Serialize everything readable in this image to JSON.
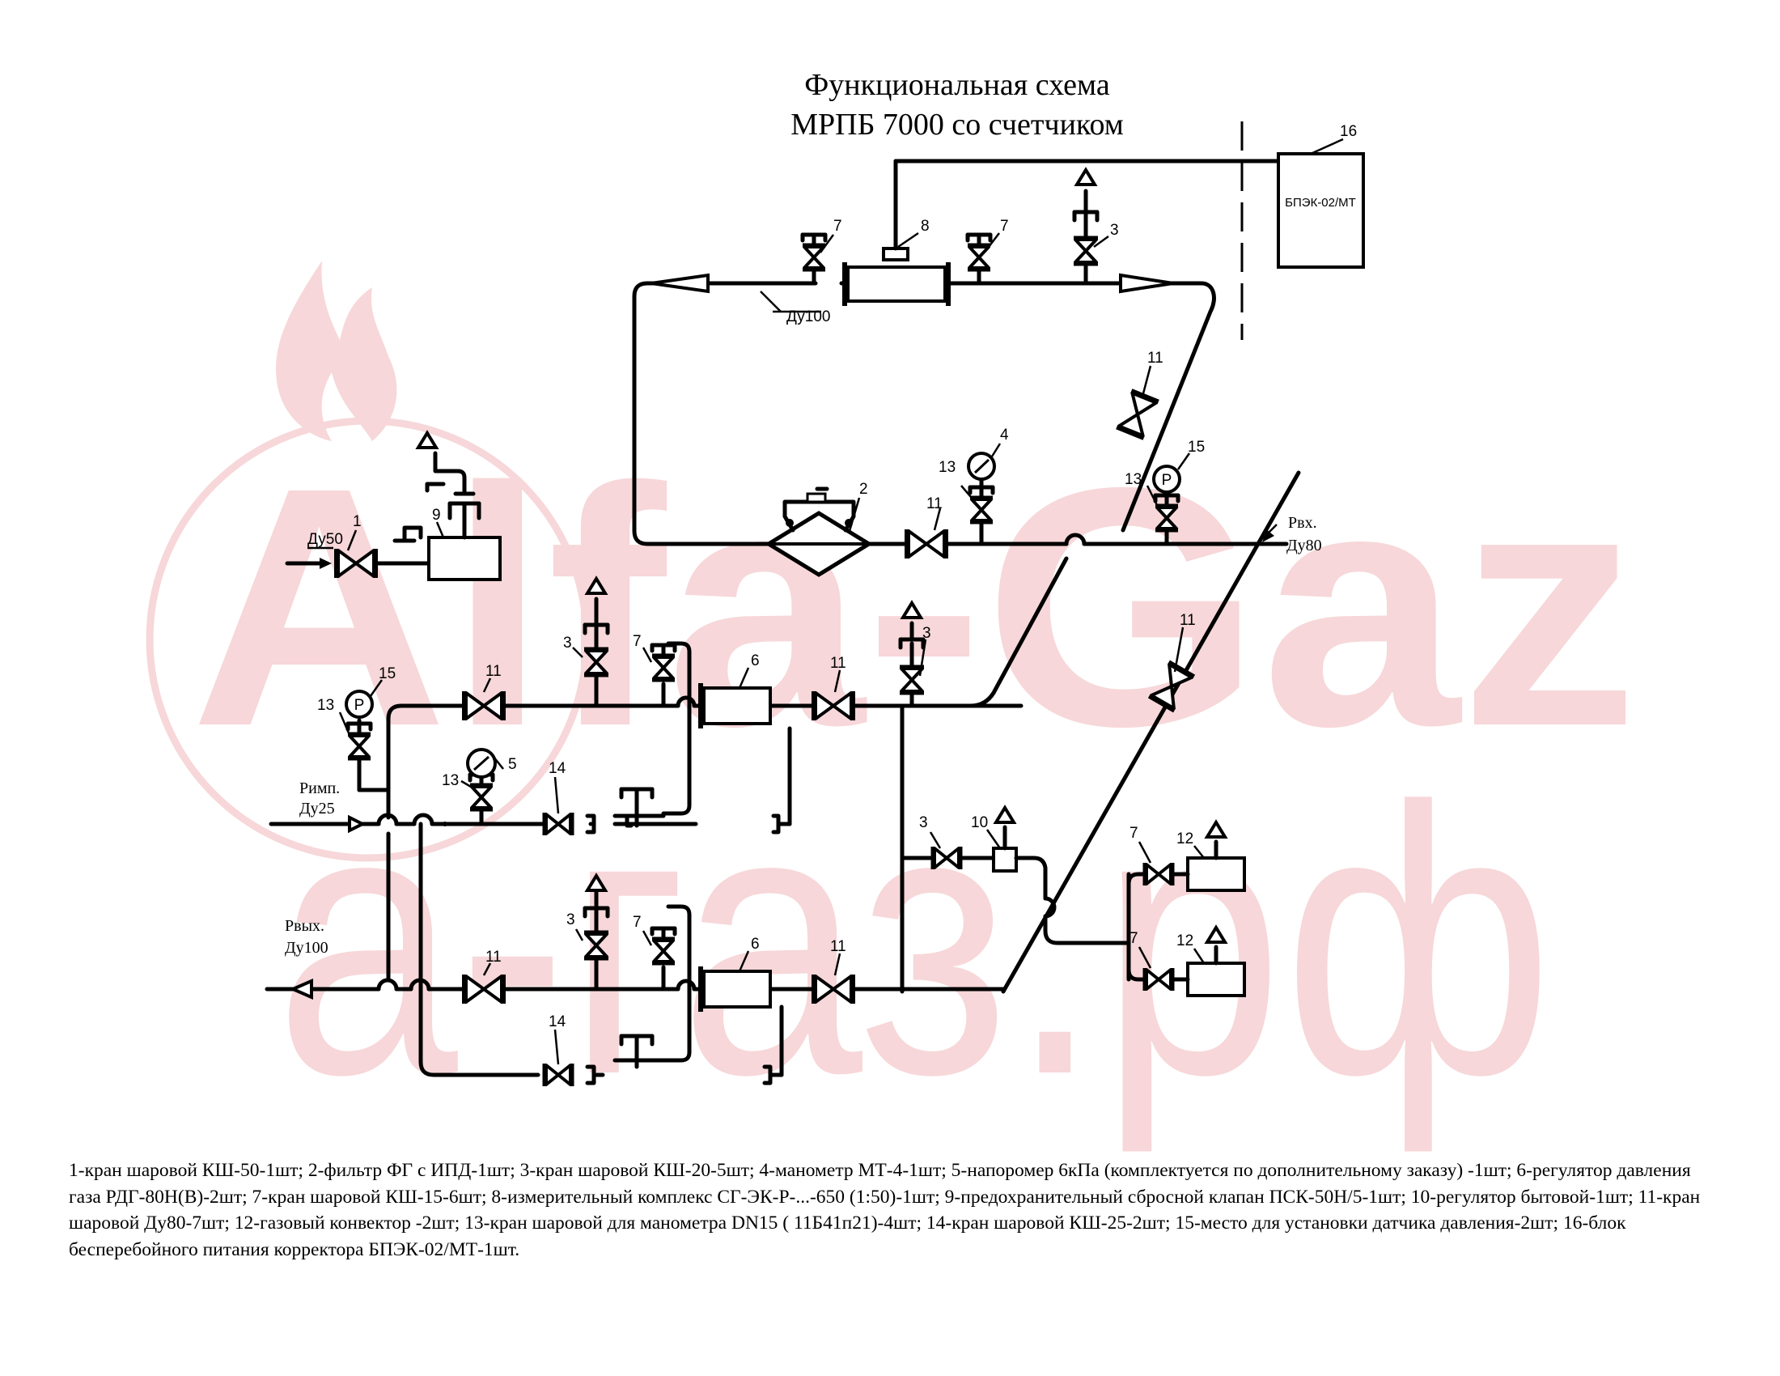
{
  "title": {
    "line1": "Функциональная схема",
    "line2": "МРПБ 7000 со счетчиком"
  },
  "watermark": {
    "brand": "Alfa-Gaz",
    "domain": "а-газ.рф",
    "color": "#f7d7d9"
  },
  "labels": {
    "du100_loop": "Ду100",
    "du50": "Ду50",
    "p_in": "Рвх.",
    "du80": "Ду80",
    "p_imp": "Римп.",
    "du25": "Ду25",
    "p_out": "Рвых.",
    "du100_out": "Ду100",
    "bpek": "БПЭК-02/МТ"
  },
  "callouts": [
    "1",
    "2",
    "3",
    "3",
    "3",
    "3",
    "3",
    "4",
    "5",
    "6",
    "6",
    "7",
    "7",
    "7",
    "7",
    "7",
    "7",
    "8",
    "9",
    "10",
    "11",
    "11",
    "11",
    "11",
    "11",
    "11",
    "11",
    "12",
    "12",
    "13",
    "13",
    "13",
    "13",
    "14",
    "14",
    "15",
    "15",
    "16"
  ],
  "legend": "1-кран шаровой КШ-50-1шт; 2-фильтр ФГ с ИПД-1шт; 3-кран шаровой КШ-20-5шт; 4-манометр МТ-4-1шт; 5-напоромер 6кПа  (комплектуется по дополнительному заказу) -1шт; 6-регулятор давления газа РДГ-80Н(В)-2шт; 7-кран шаровой КШ-15-6шт; 8-измерительный комплекс СГ-ЭК-Р-...-650 (1:50)-1шт; 9-предохранительный сбросной клапан ПСК-50Н/5-1шт; 10-регулятор бытовой-1шт; 11-кран шаровой Ду80-7шт; 12-газовый конвектор -2шт; 13-кран шаровой для манометра DN15 ( 11Б41п21)-4шт; 14-кран шаровой КШ-25-2шт; 15-место для установки датчика давления-2шт;  16-блок бесперебойного питания корректора БПЭК-02/МТ-1шт."
}
